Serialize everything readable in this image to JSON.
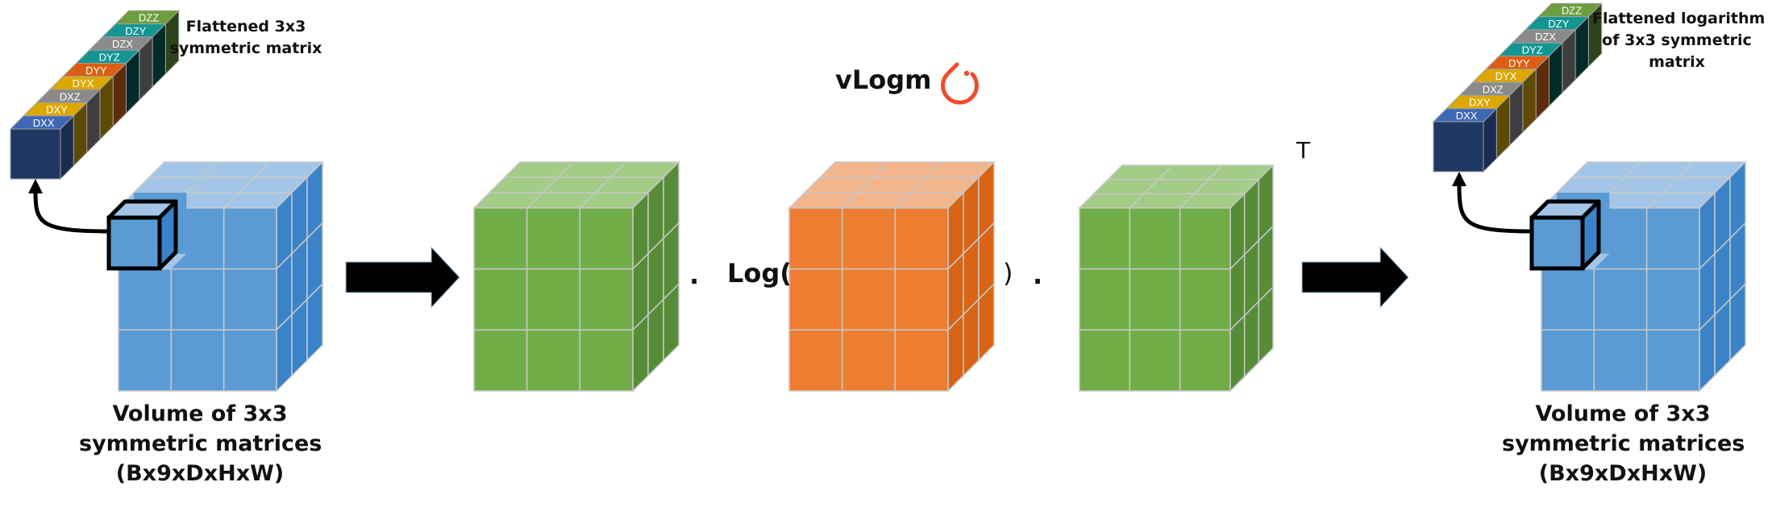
{
  "title": {
    "text": "vLogm",
    "icon": "pytorch-logo-icon",
    "icon_color": "#EE4C2C"
  },
  "input": {
    "flattened_label": [
      "Flattened 3x3",
      "symmetric matrix"
    ],
    "volume_label": [
      "Volume of 3x3",
      "symmetric matrices",
      "(Bx9xDxHxW)"
    ],
    "components": [
      "DXX",
      "DXY",
      "DXZ",
      "DYX",
      "DYY",
      "DYZ",
      "DZX",
      "DZY",
      "DZZ"
    ]
  },
  "output": {
    "flattened_label": [
      "Flattened logarithm",
      "of 3x3 symmetric",
      "matrix"
    ],
    "volume_label": [
      "Volume of 3x3",
      "symmetric matrices",
      "(Bx9xDxHxW)"
    ],
    "components": [
      "DXX",
      "DXY",
      "DXZ",
      "DYX",
      "DYY",
      "DYZ",
      "DZX",
      "DZY",
      "DZZ"
    ]
  },
  "equation": {
    "dot1": ".",
    "log_open": "Log(",
    "log_close": ")",
    "dot2": ".",
    "transpose": "T"
  },
  "component_colors": {
    "DXX": {
      "top": "#3F68B4",
      "front": "#203864",
      "side": "#1A2D50"
    },
    "DXY": {
      "top": "#DCA800",
      "front": "#DCA800",
      "side": "#5E4A05"
    },
    "DXZ": {
      "top": "#8A8A8A",
      "front": "#8A8A8A",
      "side": "#3E3E3E"
    },
    "DYX": {
      "top": "#DCA800",
      "front": "#DCA800",
      "side": "#5E4A05"
    },
    "DYY": {
      "top": "#DD5E12",
      "front": "#DD5E12",
      "side": "#5E2C0C"
    },
    "DYZ": {
      "top": "#139693",
      "front": "#139693",
      "side": "#032B2A"
    },
    "DZX": {
      "top": "#8A8A8A",
      "front": "#8A8A8A",
      "side": "#3E3E3E"
    },
    "DZY": {
      "top": "#139693",
      "front": "#139693",
      "side": "#032B2A"
    },
    "DZZ": {
      "top": "#6C9E3F",
      "front": "#6C9E3F",
      "side": "#2B4419"
    }
  },
  "cube_colors": {
    "blue": {
      "front": "#5B9BD5",
      "top": "#A3C6E8",
      "side": "#3A83C8"
    },
    "green": {
      "front": "#70AD47",
      "top": "#A3CC87",
      "side": "#578C37"
    },
    "orange": {
      "front": "#ED7D31",
      "top": "#F2B58C",
      "side": "#D96415"
    }
  }
}
